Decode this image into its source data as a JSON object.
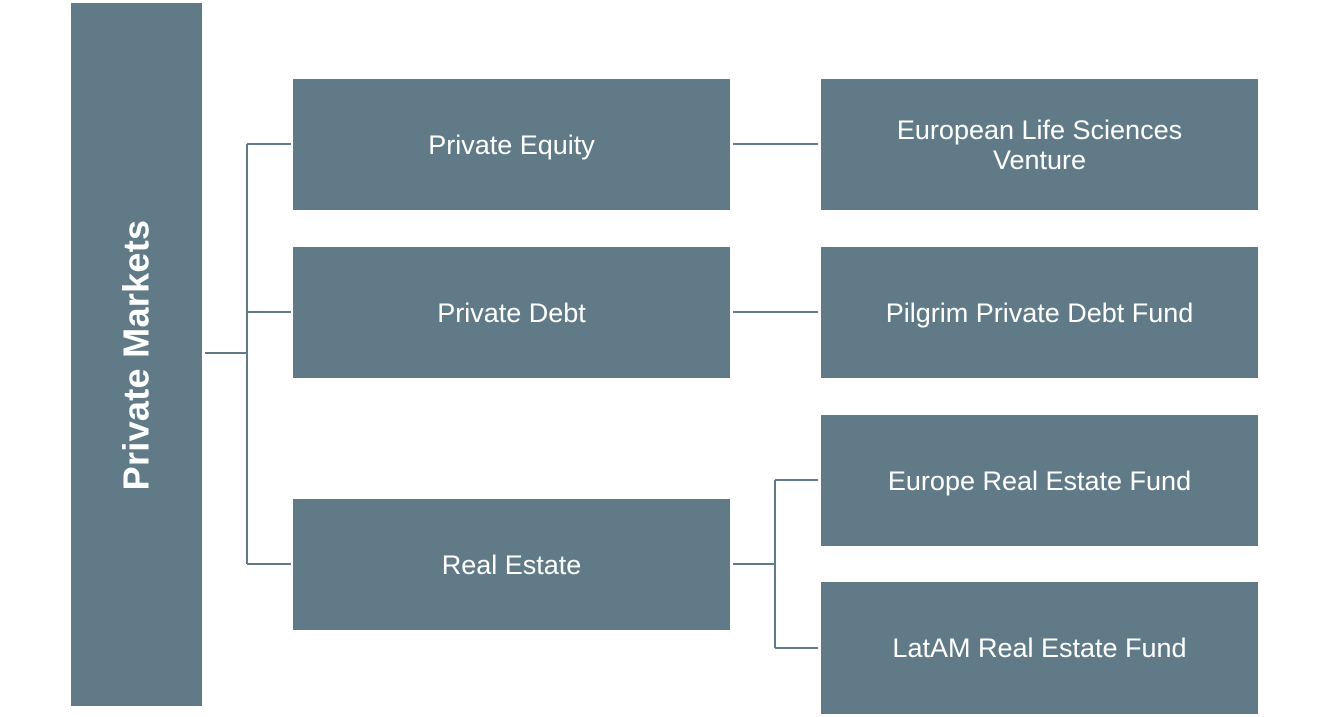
{
  "diagram": {
    "root": {
      "label": "Private Markets"
    },
    "categories": [
      {
        "label": "Private Equity"
      },
      {
        "label": "Private Debt"
      },
      {
        "label": "Real Estate"
      }
    ],
    "funds": [
      {
        "label": "European Life Sciences Venture",
        "parent": "Private Equity"
      },
      {
        "label": "Pilgrim Private Debt Fund",
        "parent": "Private Debt"
      },
      {
        "label": "Europe Real Estate Fund",
        "parent": "Real Estate"
      },
      {
        "label": "LatAM Real Estate Fund",
        "parent": "Real Estate"
      }
    ],
    "colors": {
      "box_fill": "#607b87",
      "box_text": "#ffffff",
      "connector": "#607b87",
      "background": "#ffffff"
    }
  }
}
